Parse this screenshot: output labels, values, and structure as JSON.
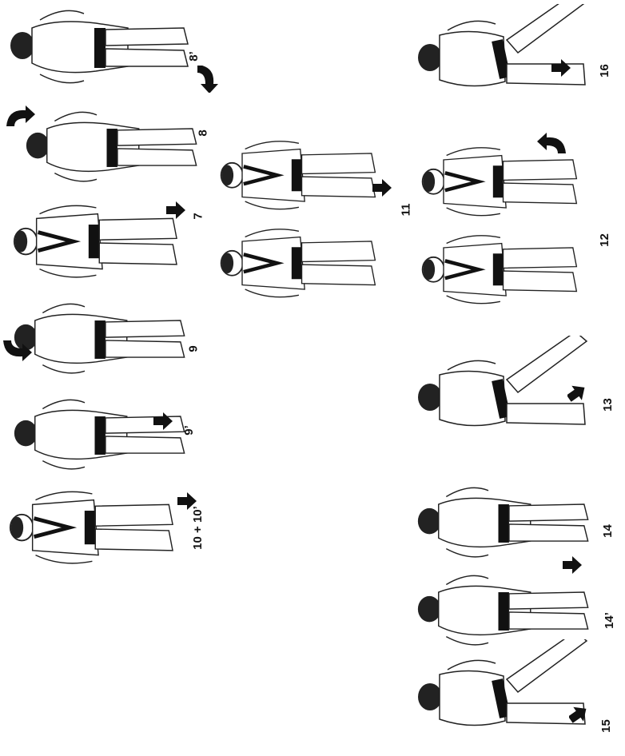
{
  "figures": [
    {
      "id": "8p",
      "label": "8’"
    },
    {
      "id": "8",
      "label": "8"
    },
    {
      "id": "7",
      "label": "7"
    },
    {
      "id": "9",
      "label": "9"
    },
    {
      "id": "9p",
      "label": "9’"
    },
    {
      "id": "10",
      "label": "10 + 10’"
    },
    {
      "id": "11",
      "label": "11"
    },
    {
      "id": "12",
      "label": "12"
    },
    {
      "id": "13",
      "label": "13"
    },
    {
      "id": "14",
      "label": "14"
    },
    {
      "id": "14p",
      "label": "14’"
    },
    {
      "id": "15",
      "label": "15"
    },
    {
      "id": "16",
      "label": "16"
    }
  ],
  "colors": {
    "gi": "#ffffff",
    "outline": "#222222",
    "belt": "#111111",
    "arrow": "#111111"
  }
}
